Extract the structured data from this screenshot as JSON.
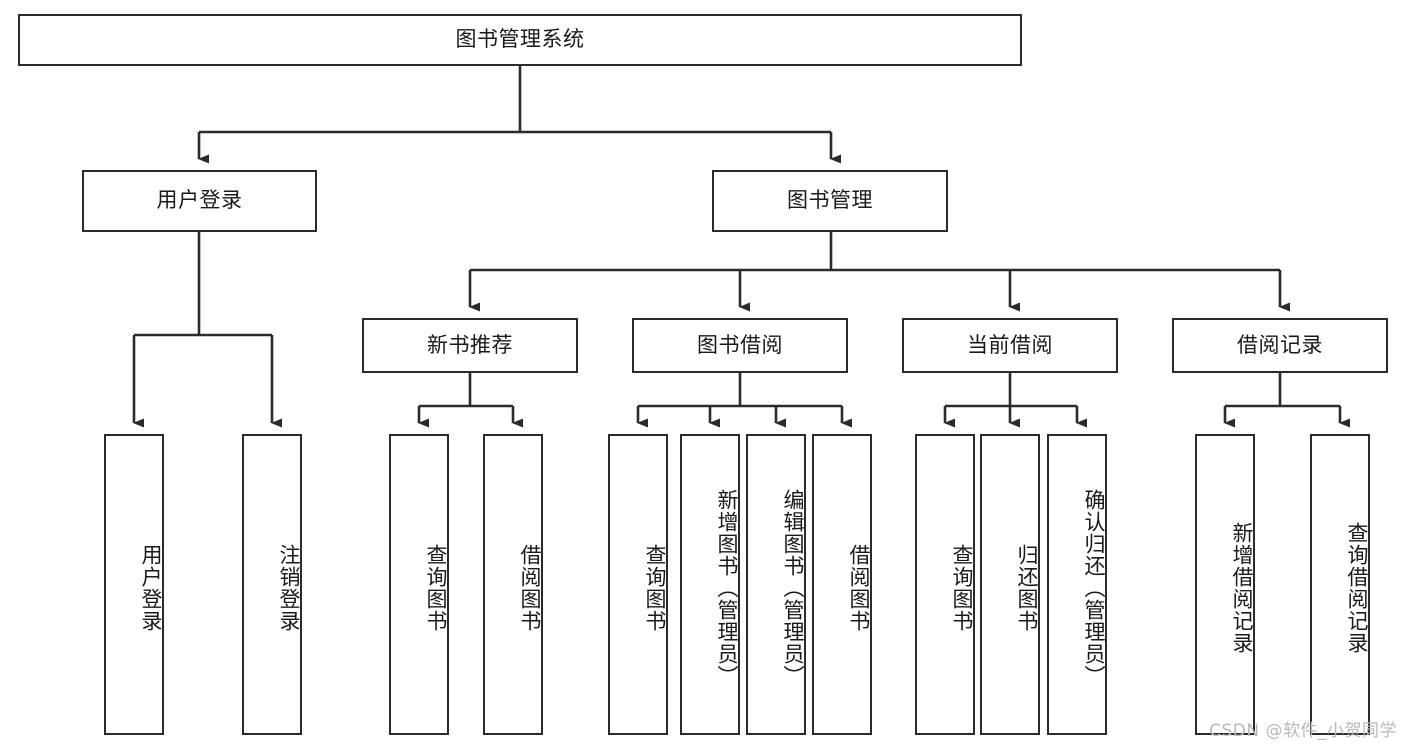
{
  "diagram": {
    "title": "图书管理系统",
    "watermark": "CSDN @软件_小贺同学",
    "accent_color": "#2b2b2b",
    "background_color": "#ffffff",
    "nodes": {
      "root": {
        "label": "图书管理系统"
      },
      "level2": [
        {
          "id": "user-login",
          "label": "用户登录"
        },
        {
          "id": "book-management",
          "label": "图书管理"
        }
      ],
      "level3": [
        {
          "id": "new-book-recommend",
          "label": "新书推荐"
        },
        {
          "id": "book-borrow",
          "label": "图书借阅"
        },
        {
          "id": "current-borrow",
          "label": "当前借阅"
        },
        {
          "id": "borrow-record",
          "label": "借阅记录"
        }
      ],
      "leaves": {
        "user_login": [
          {
            "id": "leaf-user-login",
            "label": "用户登录"
          },
          {
            "id": "leaf-logout-login",
            "label": "注销登录"
          }
        ],
        "new_book_recommend": [
          {
            "id": "leaf-query-book-1",
            "label": "查询图书"
          },
          {
            "id": "leaf-borrow-book-1",
            "label": "借阅图书"
          }
        ],
        "book_borrow": [
          {
            "id": "leaf-query-book-2",
            "label": "查询图书"
          },
          {
            "id": "leaf-add-book",
            "label": "新增图书（管理员）"
          },
          {
            "id": "leaf-edit-book",
            "label": "编辑图书（管理员）"
          },
          {
            "id": "leaf-borrow-book-2",
            "label": "借阅图书"
          }
        ],
        "current_borrow": [
          {
            "id": "leaf-query-book-3",
            "label": "查询图书"
          },
          {
            "id": "leaf-return-book",
            "label": "归还图书"
          },
          {
            "id": "leaf-confirm-return",
            "label": "确认归还（管理员）"
          }
        ],
        "borrow_record": [
          {
            "id": "leaf-add-record",
            "label": "新增借阅记录"
          },
          {
            "id": "leaf-query-record",
            "label": "查询借阅记录"
          }
        ]
      }
    }
  }
}
